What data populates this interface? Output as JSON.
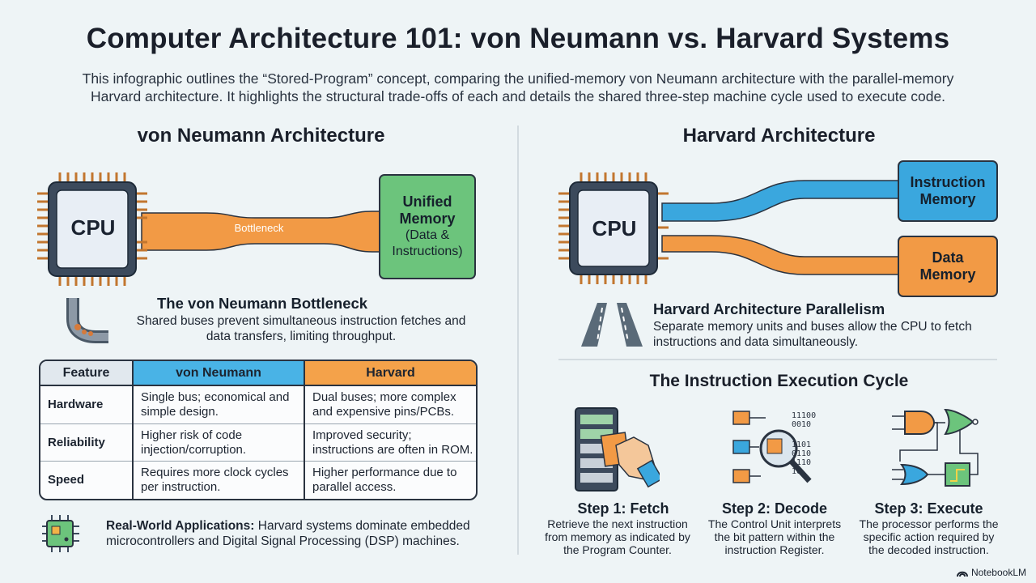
{
  "title": "Computer Architecture 101: von Neumann vs. Harvard Systems",
  "subtitle": "This infographic outlines the “Stored-Program” concept, comparing the unified-memory von Neumann architecture with the parallel-memory Harvard architecture. It highlights the structural trade-offs of each and details the shared three-step machine cycle used to execute code.",
  "von_neumann": {
    "heading": "von Neumann Architecture",
    "cpu_label": "CPU",
    "bus_label": "Bottleneck",
    "memory_title": "Unified Memory",
    "memory_sub": "(Data & Instructions)",
    "callout_title": "The von Neumann Bottleneck",
    "callout_text": "Shared buses prevent simultaneous instruction fetches and data transfers, limiting throughput."
  },
  "harvard": {
    "heading": "Harvard Architecture",
    "cpu_label": "CPU",
    "instruction_memory": "Instruction Memory",
    "data_memory": "Data Memory",
    "callout_title": "Harvard Architecture Parallelism",
    "callout_text": "Separate memory units and buses allow the CPU to fetch instructions and data simultaneously."
  },
  "table": {
    "headers": [
      "Feature",
      "von Neumann",
      "Harvard"
    ],
    "rows": [
      [
        "Hardware",
        "Single bus; economical and simple design.",
        "Dual buses; more complex and expensive pins/PCBs."
      ],
      [
        "Reliability",
        "Higher risk of code injection/corruption.",
        "Improved security; instructions are often in ROM."
      ],
      [
        "Speed",
        "Requires more clock cycles per instruction.",
        "Higher performance due to parallel access."
      ]
    ]
  },
  "applications": {
    "label": "Real-World Applications:",
    "text": "Harvard systems dominate embedded microcontrollers and Digital Signal Processing (DSP) machines."
  },
  "cycle": {
    "heading": "The Instruction Execution Cycle",
    "steps": [
      {
        "title": "Step 1: Fetch",
        "text": "Retrieve the next instruction from memory as indicated by the Program Counter."
      },
      {
        "title": "Step 2: Decode",
        "text": "The Control Unit interprets the bit pattern within the instruction Register."
      },
      {
        "title": "Step 3: Execute",
        "text": "The processor performs the specific action required by the decoded instruction."
      }
    ],
    "bits": [
      "11100",
      "0010",
      "1101",
      "0110",
      "1110",
      "10"
    ]
  },
  "branding": "NotebookLM",
  "colors": {
    "blue_bus": "#3aa7de",
    "orange_bus": "#f29a45",
    "green_memory": "#6cc47c",
    "chip_border": "#1e2a38"
  }
}
